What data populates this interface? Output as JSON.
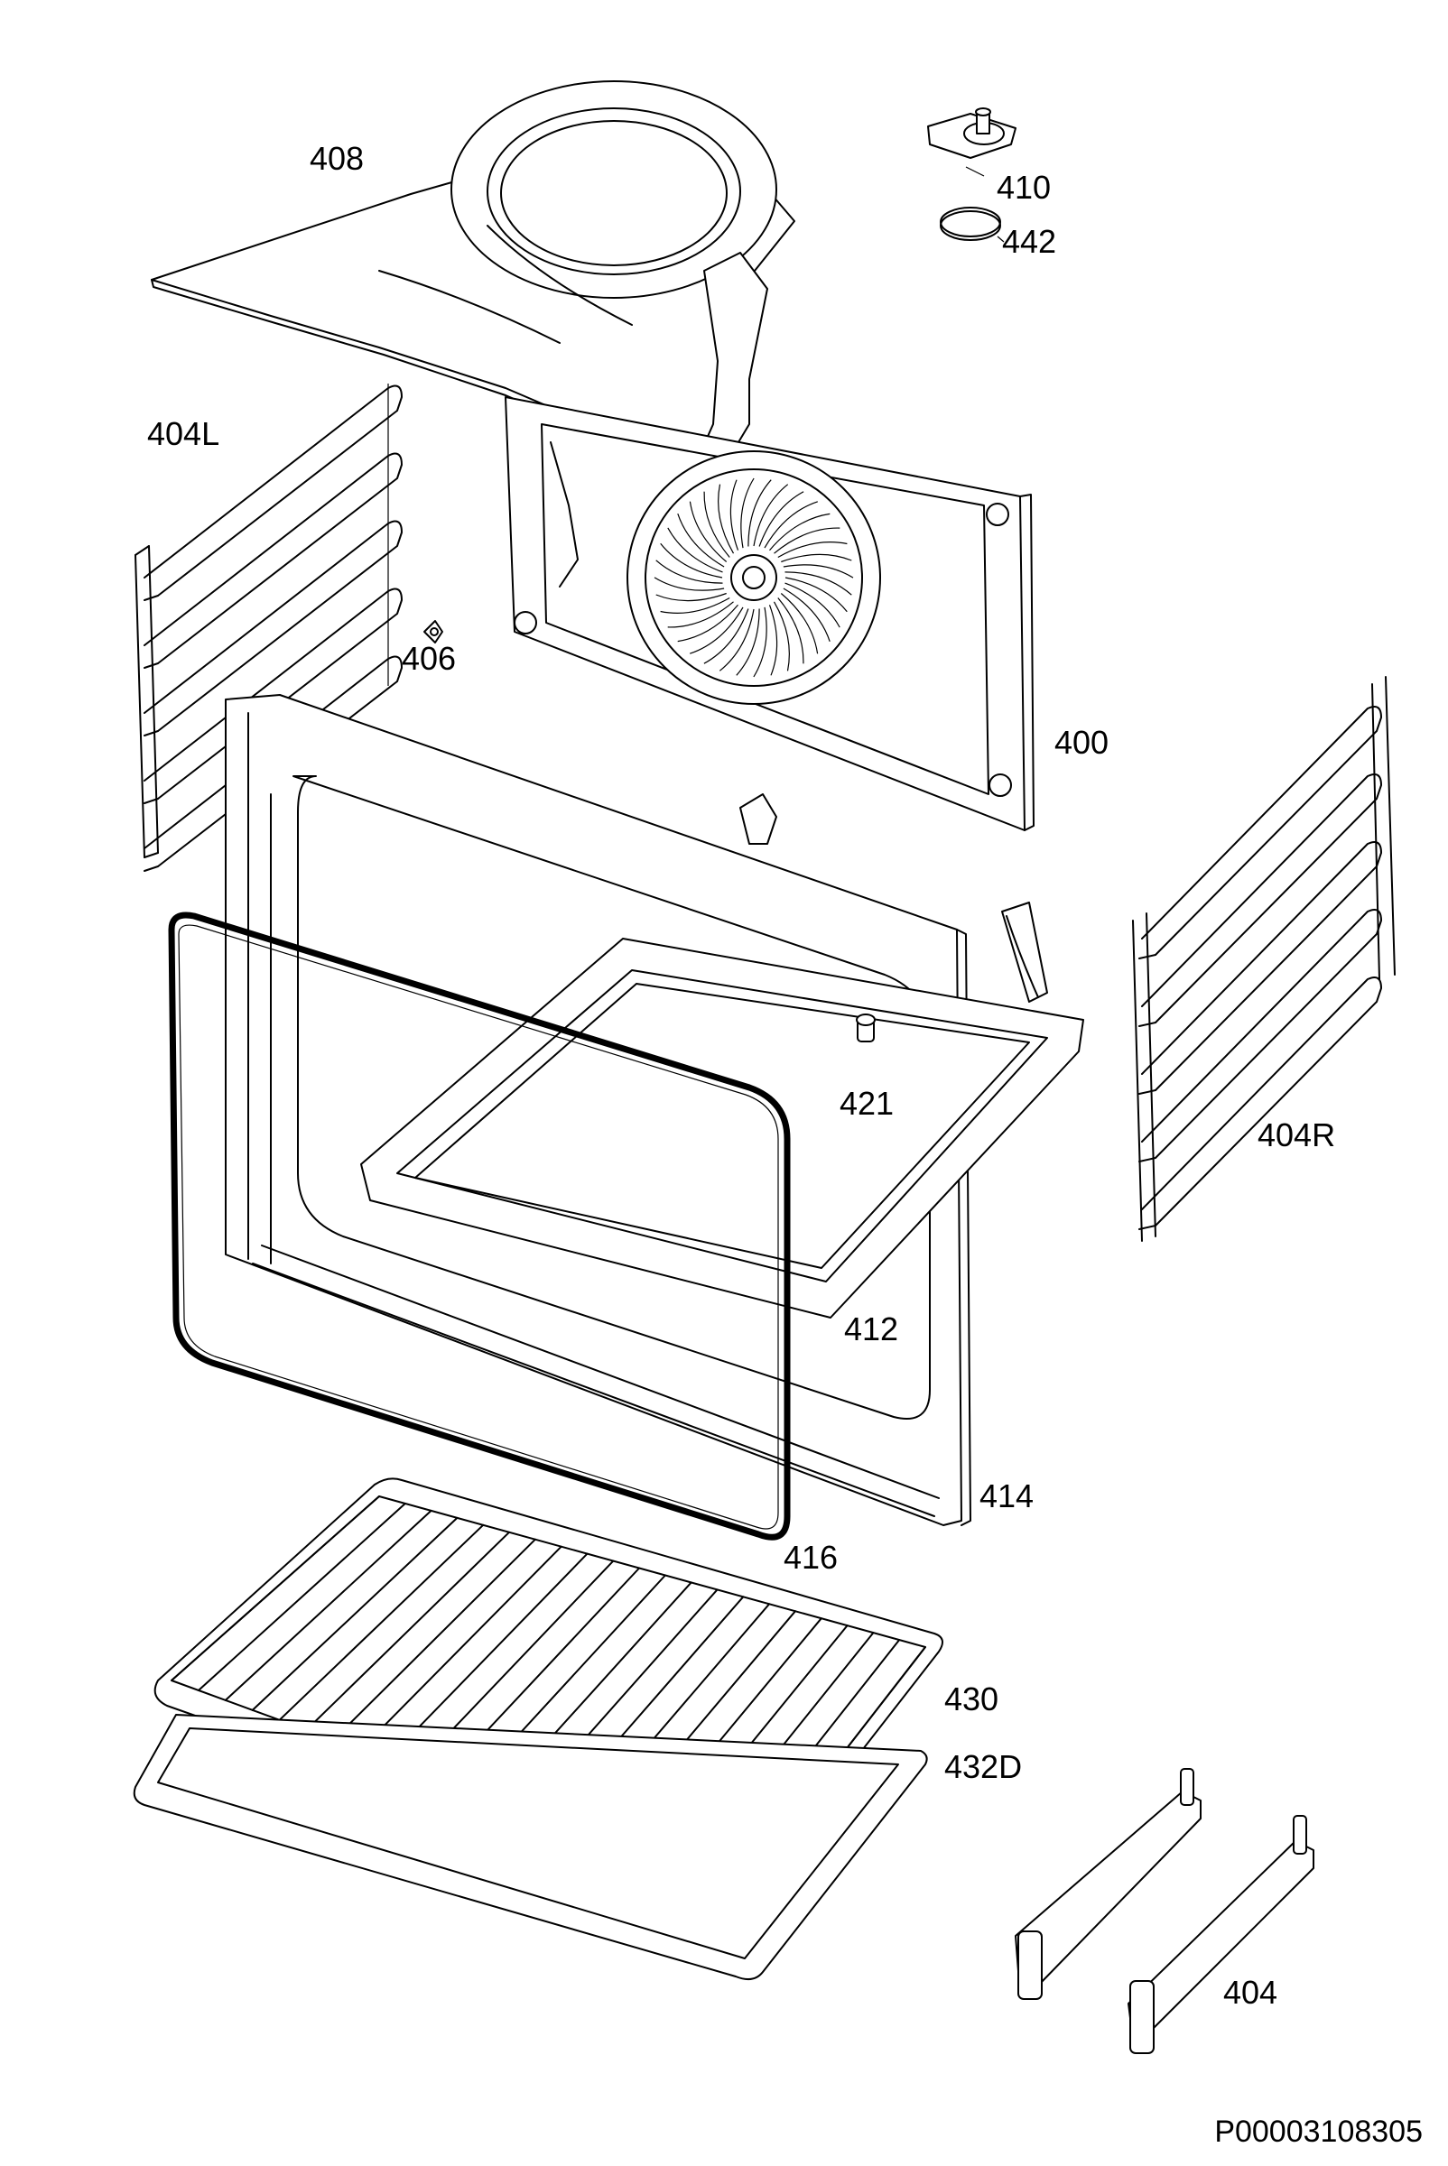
{
  "labels": {
    "p408": "408",
    "p410": "410",
    "p442": "442",
    "p404L": "404L",
    "p406": "406",
    "p400": "400",
    "p404R": "404R",
    "p421": "421",
    "p412": "412",
    "p414": "414",
    "p416": "416",
    "p430": "430",
    "p432D": "432D",
    "p404": "404"
  },
  "drawing_code": "P00003108305"
}
